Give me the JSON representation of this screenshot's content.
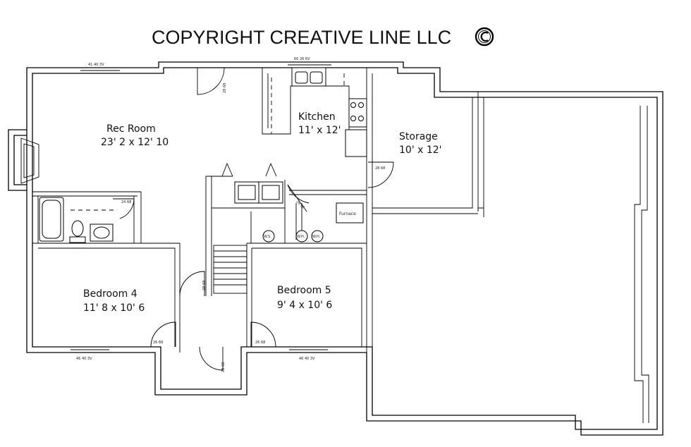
{
  "title": {
    "text": "COPYRIGHT CREATIVE LINE LLC",
    "symbol": "©"
  },
  "rooms": [
    {
      "id": "rec-room",
      "name": "Rec Room",
      "size": "23' 2 x 12' 10"
    },
    {
      "id": "kitchen",
      "name": "Kitchen",
      "size": "11' x 12'"
    },
    {
      "id": "storage",
      "name": "Storage",
      "size": "10' x 12'"
    },
    {
      "id": "bedroom-4",
      "name": "Bedroom 4",
      "size": "11' 8 x 10' 6"
    },
    {
      "id": "bedroom-5",
      "name": "Bedroom 5",
      "size": "9' 4 x 10' 6"
    }
  ],
  "window_labels": [
    "41 40 3V",
    "60 26 6V",
    "46 40 3V",
    "46 40 3V"
  ],
  "door_labels": [
    "28 68",
    "28 68",
    "28 68",
    "24 68",
    "26 68",
    "26 68",
    "28 68",
    "28 68"
  ],
  "fixtures": {
    "furnace": "Furnace",
    "water_softener": "W.S.",
    "water_heater_1": "W.H.",
    "water_heater_2": "W.H."
  },
  "colors": {
    "line": "#000000",
    "background": "#ffffff"
  }
}
